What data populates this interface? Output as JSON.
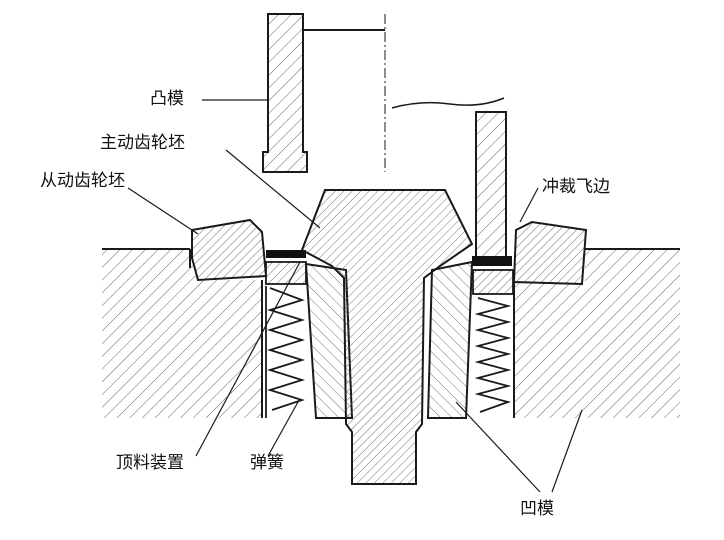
{
  "labels": {
    "punch": "凸模",
    "driving_gear_blank": "主动齿轮坯",
    "driven_gear_blank": "从动齿轮坯",
    "punch_flash": "冲裁飞边",
    "ejector": "顶料装置",
    "spring": "弹簧",
    "die": "凹模"
  },
  "colors": {
    "line": "#1a1a1a",
    "hatch": "#555555",
    "paper": "#ffffff",
    "flash": "#111111"
  }
}
